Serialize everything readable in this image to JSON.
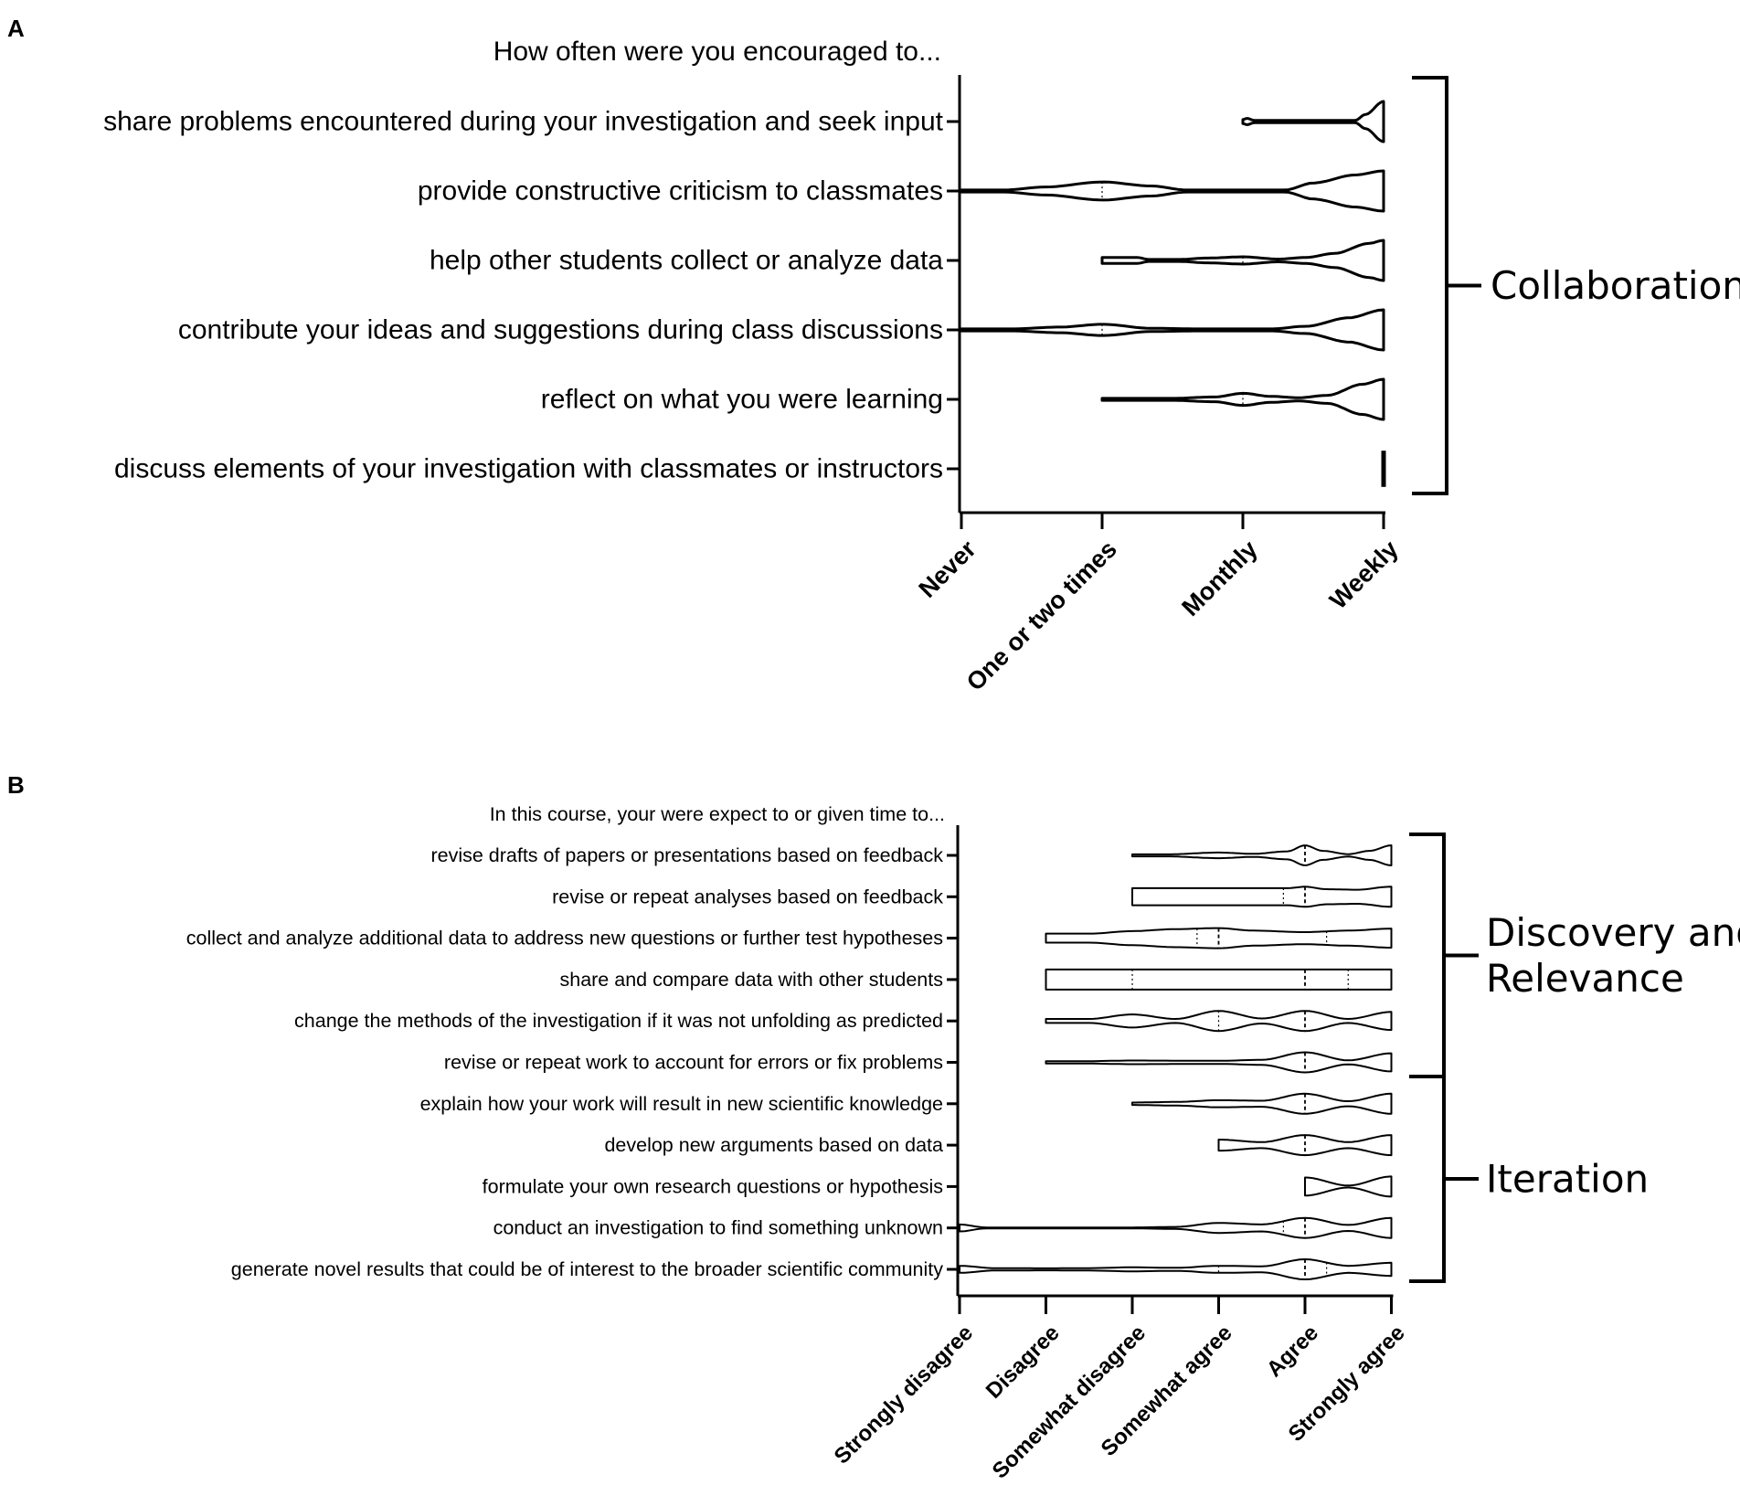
{
  "chart_data": [
    {
      "panel": "A",
      "type": "violin",
      "title": "How often were you encouraged to...",
      "x_categories": [
        "Never",
        "One or two times",
        "Monthly",
        "Weekly"
      ],
      "items": [
        {
          "label": "share problems encountered during your investigation and seek input",
          "range": [
            2,
            3
          ],
          "median": 3,
          "profile": [
            [
              2,
              0.1
            ],
            [
              2.03,
              0.16
            ],
            [
              2.08,
              0.06
            ],
            [
              2.4,
              0.06
            ],
            [
              2.8,
              0.06
            ],
            [
              2.87,
              0.35
            ],
            [
              3,
              1.0
            ]
          ]
        },
        {
          "label": "provide constructive criticism to classmates",
          "range": [
            0,
            3
          ],
          "median": 3,
          "dotted": [
            1
          ],
          "profile": [
            [
              0,
              0.05
            ],
            [
              0.3,
              0.05
            ],
            [
              0.6,
              0.2
            ],
            [
              1.0,
              0.45
            ],
            [
              1.35,
              0.25
            ],
            [
              1.6,
              0.05
            ],
            [
              2.0,
              0.05
            ],
            [
              2.3,
              0.05
            ],
            [
              2.5,
              0.4
            ],
            [
              2.8,
              0.8
            ],
            [
              3,
              1.0
            ]
          ]
        },
        {
          "label": "help other students collect or analyze data",
          "range": [
            1,
            3
          ],
          "median": 3,
          "dotted": [
            2
          ],
          "profile": [
            [
              1,
              0.15
            ],
            [
              1.25,
              0.15
            ],
            [
              1.33,
              0.05
            ],
            [
              1.55,
              0.05
            ],
            [
              1.75,
              0.12
            ],
            [
              2.0,
              0.18
            ],
            [
              2.25,
              0.07
            ],
            [
              2.45,
              0.15
            ],
            [
              2.65,
              0.35
            ],
            [
              2.9,
              0.85
            ],
            [
              3,
              1.0
            ]
          ]
        },
        {
          "label": "contribute your ideas and suggestions during class discussions",
          "range": [
            0,
            3
          ],
          "median": 3,
          "dotted": [
            1
          ],
          "profile": [
            [
              0,
              0.05
            ],
            [
              0.35,
              0.05
            ],
            [
              0.7,
              0.14
            ],
            [
              1.0,
              0.28
            ],
            [
              1.35,
              0.08
            ],
            [
              1.7,
              0.05
            ],
            [
              2.2,
              0.05
            ],
            [
              2.45,
              0.18
            ],
            [
              2.75,
              0.6
            ],
            [
              3,
              1.0
            ]
          ]
        },
        {
          "label": "reflect on what you were learning",
          "range": [
            1,
            3
          ],
          "median": 3,
          "dotted": [
            2
          ],
          "profile": [
            [
              1,
              0.05
            ],
            [
              1.5,
              0.05
            ],
            [
              1.8,
              0.12
            ],
            [
              2.0,
              0.3
            ],
            [
              2.2,
              0.15
            ],
            [
              2.4,
              0.08
            ],
            [
              2.6,
              0.2
            ],
            [
              2.85,
              0.75
            ],
            [
              3,
              1.0
            ]
          ]
        },
        {
          "label": "discuss elements of your investigation with classmates or instructors",
          "range": [
            3,
            3
          ],
          "median": 3,
          "profile": []
        }
      ],
      "group_bracket": "Collaboration"
    },
    {
      "panel": "B",
      "type": "violin",
      "title": "In this course, your were expect to or given time to...",
      "x_categories": [
        "Strongly disagree",
        "Disagree",
        "Somewhat disagree",
        "Somewhat agree",
        "Agree",
        "Strongly agree"
      ],
      "items": [
        {
          "label": "revise drafts of papers or presentations based on feedback",
          "range": [
            2,
            5
          ],
          "median": 4,
          "profile": [
            [
              2,
              0.1
            ],
            [
              2.4,
              0.1
            ],
            [
              3.0,
              0.28
            ],
            [
              3.4,
              0.15
            ],
            [
              3.8,
              0.4
            ],
            [
              4.0,
              1.0
            ],
            [
              4.2,
              0.45
            ],
            [
              4.5,
              0.12
            ],
            [
              4.75,
              0.45
            ],
            [
              5,
              1.0
            ]
          ]
        },
        {
          "label": "revise or repeat analyses based on feedback",
          "range": [
            2,
            5
          ],
          "median": 4,
          "dotted": [
            3.75
          ],
          "profile": [
            [
              2,
              0.85
            ],
            [
              2.4,
              0.85
            ],
            [
              3.0,
              0.85
            ],
            [
              3.5,
              0.85
            ],
            [
              3.8,
              0.85
            ],
            [
              4.0,
              1.0
            ],
            [
              4.25,
              0.75
            ],
            [
              4.6,
              0.7
            ],
            [
              5,
              1.0
            ]
          ]
        },
        {
          "label": "collect and analyze additional data to address new questions or further test hypotheses",
          "range": [
            1,
            5
          ],
          "median": 3,
          "dotted": [
            2.75,
            4.25
          ],
          "profile": [
            [
              1,
              0.45
            ],
            [
              1.5,
              0.45
            ],
            [
              2.0,
              0.7
            ],
            [
              2.5,
              0.9
            ],
            [
              3.0,
              1.0
            ],
            [
              3.4,
              0.75
            ],
            [
              4.0,
              0.6
            ],
            [
              4.5,
              0.75
            ],
            [
              5,
              0.95
            ]
          ]
        },
        {
          "label": "share and compare data with other students",
          "range": [
            1,
            5
          ],
          "median": 4,
          "dotted": [
            2,
            4.5
          ],
          "profile": [
            [
              1,
              1.0
            ],
            [
              2.0,
              1.0
            ],
            [
              3.0,
              1.0
            ],
            [
              4.0,
              1.0
            ],
            [
              5,
              1.0
            ]
          ]
        },
        {
          "label": "change the methods of the investigation if it was not unfolding as predicted",
          "range": [
            1,
            5
          ],
          "median": 4,
          "dotted": [
            3
          ],
          "profile": [
            [
              1,
              0.2
            ],
            [
              1.5,
              0.2
            ],
            [
              2.0,
              0.65
            ],
            [
              2.5,
              0.2
            ],
            [
              3.0,
              1.0
            ],
            [
              3.5,
              0.25
            ],
            [
              4.0,
              1.0
            ],
            [
              4.5,
              0.2
            ],
            [
              5,
              0.9
            ]
          ]
        },
        {
          "label": "revise or repeat work to account for errors or fix problems",
          "range": [
            1,
            5
          ],
          "median": 4,
          "profile": [
            [
              1,
              0.12
            ],
            [
              1.5,
              0.12
            ],
            [
              2.0,
              0.18
            ],
            [
              3.0,
              0.15
            ],
            [
              3.5,
              0.25
            ],
            [
              4.0,
              1.0
            ],
            [
              4.5,
              0.2
            ],
            [
              5,
              0.9
            ]
          ]
        },
        {
          "label": "explain how your work will result in new scientific knowledge",
          "range": [
            2,
            5
          ],
          "median": 4,
          "profile": [
            [
              2,
              0.12
            ],
            [
              2.5,
              0.18
            ],
            [
              3.0,
              0.35
            ],
            [
              3.5,
              0.3
            ],
            [
              4.0,
              1.0
            ],
            [
              4.5,
              0.25
            ],
            [
              5,
              1.0
            ]
          ]
        },
        {
          "label": "develop new arguments based on data",
          "range": [
            3,
            5
          ],
          "median": 4,
          "profile": [
            [
              3,
              0.55
            ],
            [
              3.5,
              0.3
            ],
            [
              4.0,
              1.0
            ],
            [
              4.5,
              0.3
            ],
            [
              5,
              1.0
            ]
          ]
        },
        {
          "label": "formulate your own research questions or hypothesis",
          "range": [
            4,
            5
          ],
          "median": 4,
          "profile": [
            [
              4,
              0.9
            ],
            [
              4.5,
              0.1
            ],
            [
              5,
              1.0
            ]
          ]
        },
        {
          "label": "conduct an investigation to find something unknown",
          "range": [
            0,
            5
          ],
          "median": 4,
          "dotted": [
            3.75
          ],
          "profile": [
            [
              0,
              0.35
            ],
            [
              0.3,
              0.05
            ],
            [
              1.0,
              0.05
            ],
            [
              2.0,
              0.05
            ],
            [
              2.5,
              0.1
            ],
            [
              3.0,
              0.5
            ],
            [
              3.5,
              0.35
            ],
            [
              4.0,
              1.0
            ],
            [
              4.5,
              0.3
            ],
            [
              5,
              1.0
            ]
          ]
        },
        {
          "label": "generate novel results that could be of interest to the broader scientific community",
          "range": [
            0,
            5
          ],
          "median": 4,
          "dotted": [
            3,
            4.25
          ],
          "profile": [
            [
              0,
              0.35
            ],
            [
              0.4,
              0.12
            ],
            [
              1.0,
              0.1
            ],
            [
              1.5,
              0.12
            ],
            [
              2.0,
              0.2
            ],
            [
              2.5,
              0.15
            ],
            [
              3.0,
              0.35
            ],
            [
              3.5,
              0.3
            ],
            [
              4.0,
              1.0
            ],
            [
              4.5,
              0.35
            ],
            [
              5,
              0.65
            ]
          ]
        }
      ],
      "group_brackets": [
        {
          "label": [
            "Discovery and",
            "Relevance"
          ],
          "from_item": 0,
          "to_item": 5
        },
        {
          "label": [
            "Iteration"
          ],
          "from_item": 6,
          "to_item": 10
        }
      ]
    }
  ]
}
